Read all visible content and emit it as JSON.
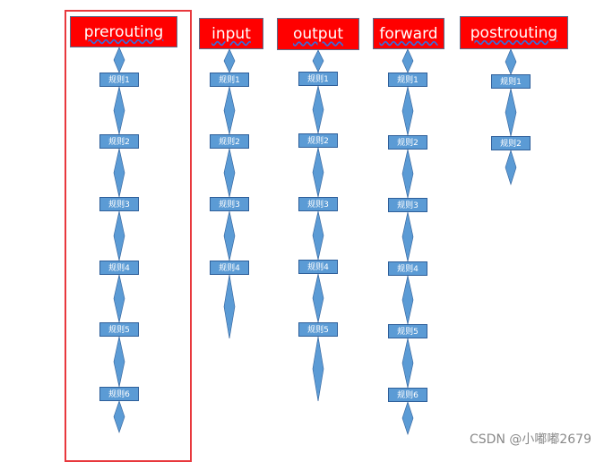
{
  "diagram": {
    "accent_color": "#ff0000",
    "rule_color": "#5b9bd5",
    "highlight_color": "#e8383d",
    "chains": [
      {
        "name": "prerouting",
        "rules": [
          "规则1",
          "规则2",
          "规则3",
          "规则4",
          "规则5",
          "规则6"
        ]
      },
      {
        "name": "input",
        "rules": [
          "规则1",
          "规则2",
          "规则3",
          "规则4"
        ]
      },
      {
        "name": "output",
        "rules": [
          "规则1",
          "规则2",
          "规则3",
          "规则4",
          "规则5"
        ]
      },
      {
        "name": "forward",
        "rules": [
          "规则1",
          "规则2",
          "规则3",
          "规则4",
          "规则5",
          "规则6"
        ]
      },
      {
        "name": "postrouting",
        "rules": [
          "规则1",
          "规则2"
        ]
      }
    ]
  },
  "watermark": "CSDN @小嘟嘟2679"
}
